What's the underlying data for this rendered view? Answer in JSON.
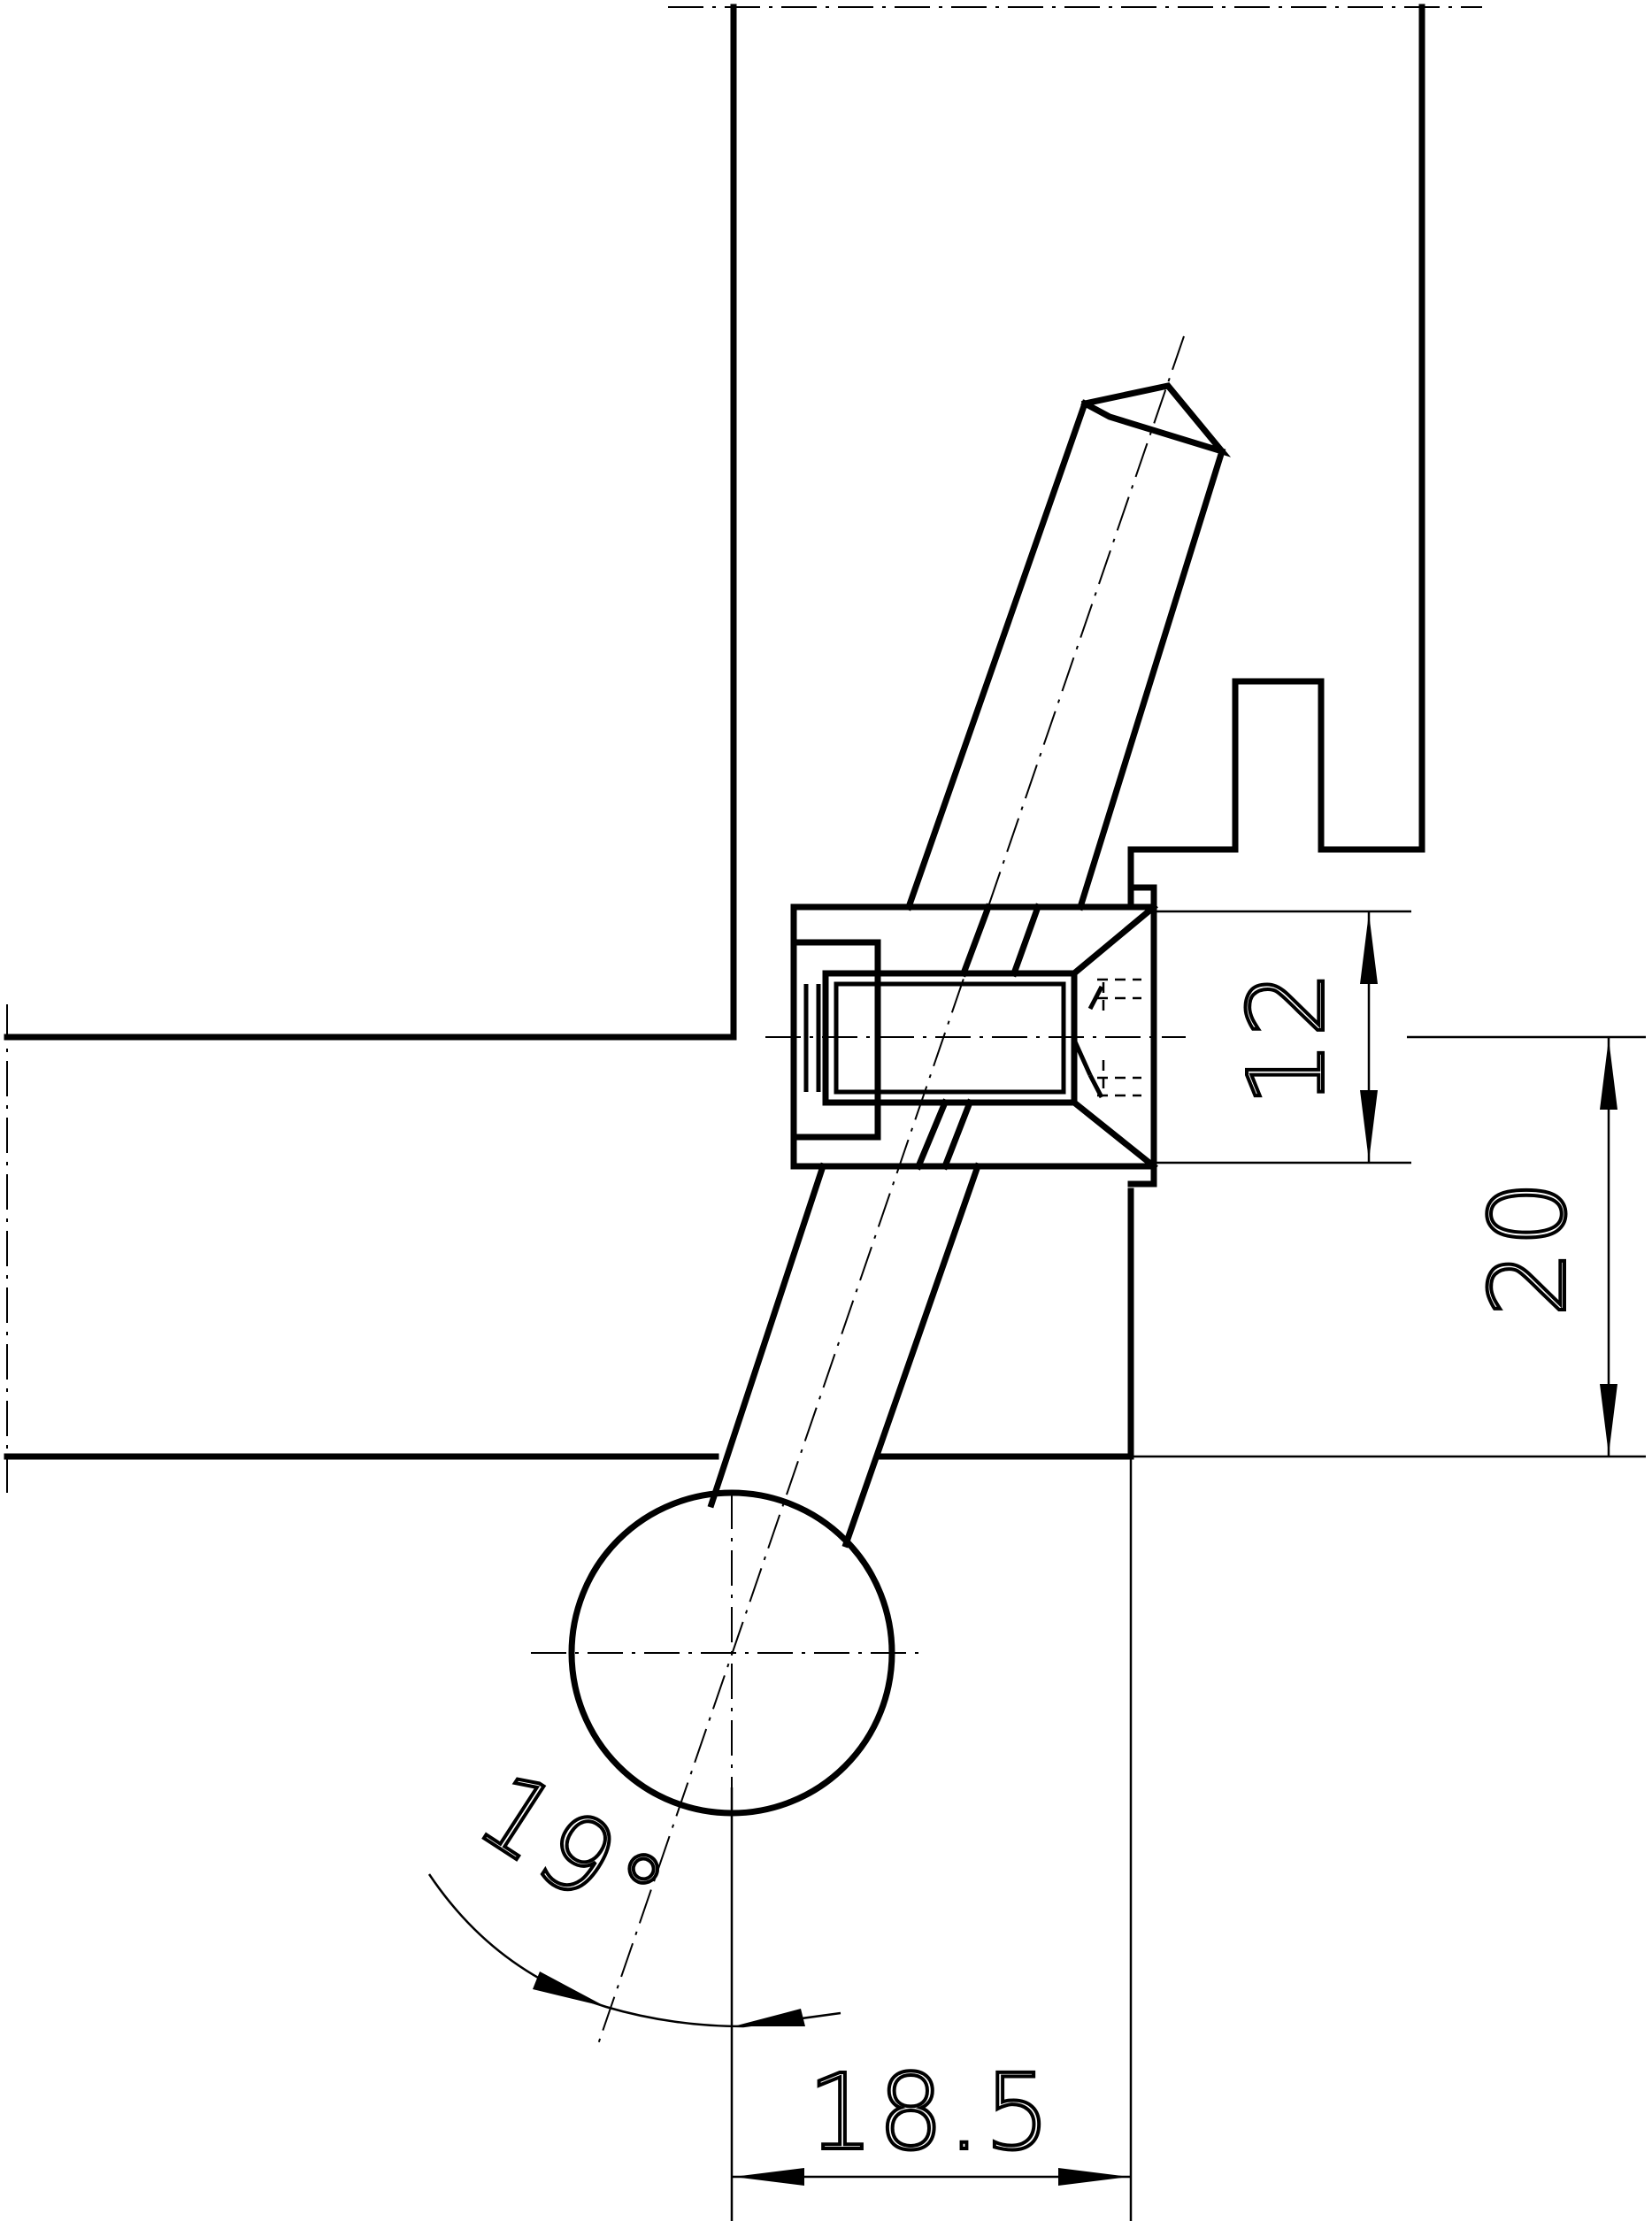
{
  "dimensions": {
    "d12": "12",
    "d20": "20",
    "d18_5": "18.5",
    "angle": "19°"
  },
  "colors": {
    "line": "#000000",
    "background": "#ffffff"
  }
}
